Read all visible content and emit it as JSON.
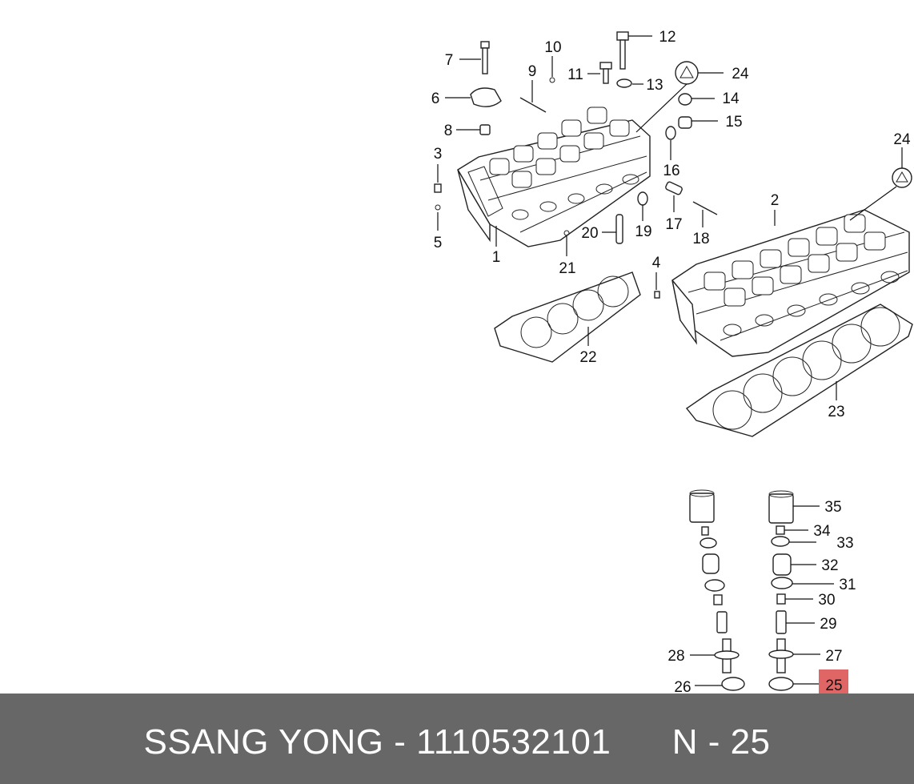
{
  "diagram": {
    "callouts": [
      "1",
      "2",
      "3",
      "4",
      "5",
      "6",
      "7",
      "8",
      "9",
      "10",
      "11",
      "12",
      "13",
      "14",
      "15",
      "16",
      "17",
      "18",
      "19",
      "20",
      "21",
      "22",
      "23",
      "24",
      "24",
      "25",
      "26",
      "27",
      "28",
      "29",
      "30",
      "31",
      "32",
      "33",
      "34",
      "35"
    ],
    "highlighted_callout": "25",
    "highlight_color": "#e06666"
  },
  "footer": {
    "brand": "SSANG YONG",
    "separator": " - ",
    "part_number": "1110532101",
    "position_label": "N - 25",
    "background": "#676767"
  }
}
